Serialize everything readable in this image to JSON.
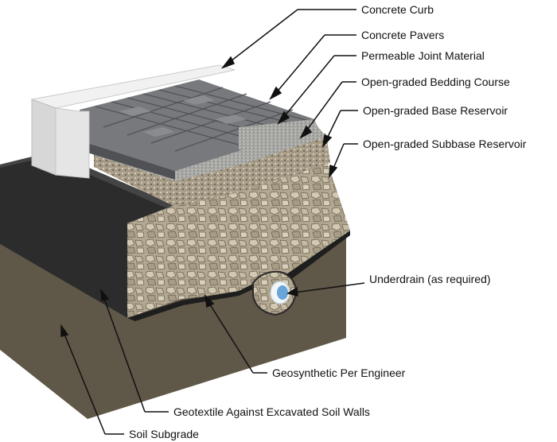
{
  "labels": {
    "curb": "Concrete Curb",
    "pavers": "Concrete Pavers",
    "joint": "Permeable Joint Material",
    "bedding": "Open-graded Bedding Course",
    "base": "Open-graded Base Reservoir",
    "subbase": "Open-graded Subbase Reservoir",
    "underdrain": "Underdrain (as required)",
    "geosynthetic": "Geosynthetic Per Engineer",
    "geotextile": "Geotextile Against Excavated Soil Walls",
    "soil": "Soil Subgrade"
  },
  "colors": {
    "soil_front": "#5f5747",
    "soil_side": "#76705c",
    "geotextile": "#2d2d2d",
    "stone": "#b8ad97",
    "gravel": "#9a9082",
    "paver": "#6f7174",
    "curb": "#e3e3e3",
    "pipe": "#ffffff"
  }
}
